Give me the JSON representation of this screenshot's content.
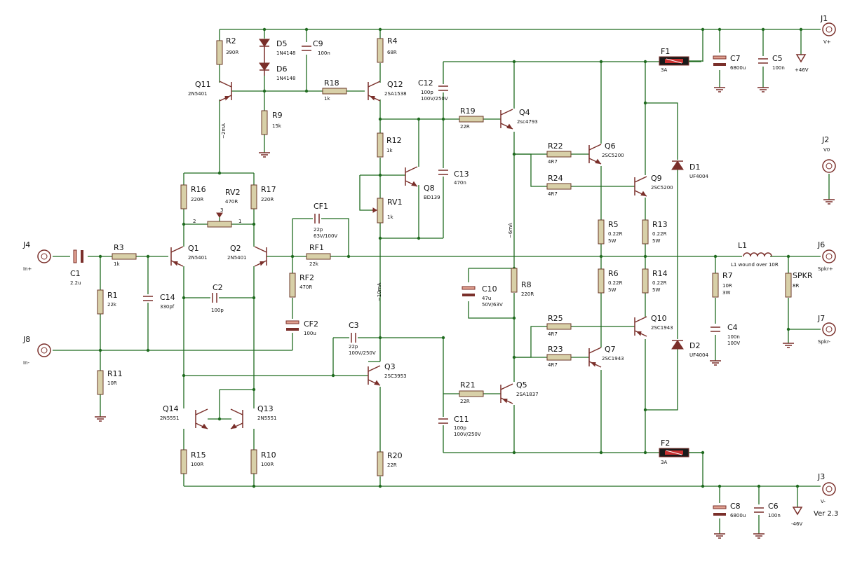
{
  "version": "Ver 2.3",
  "colors": {
    "wire": "#1f6b1f",
    "component": "#7a2f2a",
    "resistor_fill": "#d8d0a8",
    "background": "#ffffff"
  },
  "connectors": {
    "J1": {
      "ref": "J1",
      "label": "V+"
    },
    "J2": {
      "ref": "J2",
      "label": "V0"
    },
    "J3": {
      "ref": "J3",
      "label": "V-"
    },
    "J4": {
      "ref": "J4",
      "label": "In+"
    },
    "J6": {
      "ref": "J6",
      "label": "Spkr+"
    },
    "J7": {
      "ref": "J7",
      "label": "Spkr-"
    },
    "J8": {
      "ref": "J8",
      "label": "In-"
    }
  },
  "supplies": {
    "pos": "+46V",
    "neg": "-46V"
  },
  "resistors": {
    "R1": {
      "ref": "R1",
      "val": "22k"
    },
    "R2": {
      "ref": "R2",
      "val": "390R"
    },
    "R3": {
      "ref": "R3",
      "val": "1k"
    },
    "R4": {
      "ref": "R4",
      "val": "68R"
    },
    "R5": {
      "ref": "R5",
      "val": "0.22R",
      "val2": "5W"
    },
    "R6": {
      "ref": "R6",
      "val": "0.22R",
      "val2": "5W"
    },
    "R7": {
      "ref": "R7",
      "val": "10R",
      "val2": "3W"
    },
    "R8": {
      "ref": "R8",
      "val": "220R"
    },
    "R9": {
      "ref": "R9",
      "val": "15k"
    },
    "R10": {
      "ref": "R10",
      "val": "100R"
    },
    "R11": {
      "ref": "R11",
      "val": "10R"
    },
    "R12": {
      "ref": "R12",
      "val": "1k"
    },
    "R13": {
      "ref": "R13",
      "val": "0.22R",
      "val2": "5W"
    },
    "R14": {
      "ref": "R14",
      "val": "0.22R",
      "val2": "5W"
    },
    "R15": {
      "ref": "R15",
      "val": "100R"
    },
    "R16": {
      "ref": "R16",
      "val": "220R"
    },
    "R17": {
      "ref": "R17",
      "val": "220R"
    },
    "R18": {
      "ref": "R18",
      "val": "1k"
    },
    "R19": {
      "ref": "R19",
      "val": "22R"
    },
    "R20": {
      "ref": "R20",
      "val": "22R"
    },
    "R21": {
      "ref": "R21",
      "val": "22R"
    },
    "R22": {
      "ref": "R22",
      "val": "4R7"
    },
    "R23": {
      "ref": "R23",
      "val": "4R7"
    },
    "R24": {
      "ref": "R24",
      "val": "4R7"
    },
    "R25": {
      "ref": "R25",
      "val": "4R7"
    },
    "RF1": {
      "ref": "RF1",
      "val": "22k"
    },
    "RF2": {
      "ref": "RF2",
      "val": "470R"
    },
    "SPKR": {
      "ref": "SPKR",
      "val": "8R"
    }
  },
  "pots": {
    "RV1": {
      "ref": "RV1",
      "val": "1k"
    },
    "RV2": {
      "ref": "RV2",
      "val": "470R",
      "pin1": "1",
      "pin2": "2",
      "pin3": "3"
    }
  },
  "capacitors": {
    "C1": {
      "ref": "C1",
      "val": "2.2u"
    },
    "C2": {
      "ref": "C2",
      "val": "100p"
    },
    "C3": {
      "ref": "C3",
      "val": "22p",
      "val2": "100V/250V"
    },
    "C4": {
      "ref": "C4",
      "val": "100n",
      "val2": "100V"
    },
    "C5": {
      "ref": "C5",
      "val": "100n"
    },
    "C6": {
      "ref": "C6",
      "val": "100n"
    },
    "C7": {
      "ref": "C7",
      "val": "6800u"
    },
    "C8": {
      "ref": "C8",
      "val": "6800u"
    },
    "C9": {
      "ref": "C9",
      "val": "100n"
    },
    "C10": {
      "ref": "C10",
      "val": "47u",
      "val2": "50V/63V"
    },
    "C11": {
      "ref": "C11",
      "val": "100p",
      "val2": "100V/250V"
    },
    "C12": {
      "ref": "C12",
      "val": "100p",
      "val2": "100V/250V"
    },
    "C13": {
      "ref": "C13",
      "val": "470n"
    },
    "C14": {
      "ref": "C14",
      "val": "330pf"
    },
    "CF1": {
      "ref": "CF1",
      "val": "22p",
      "val2": "63V/100V"
    },
    "CF2": {
      "ref": "CF2",
      "val": "100u"
    }
  },
  "transistors": {
    "Q1": {
      "ref": "Q1",
      "val": "2N5401"
    },
    "Q2": {
      "ref": "Q2",
      "val": "2N5401"
    },
    "Q3": {
      "ref": "Q3",
      "val": "2SC3953"
    },
    "Q4": {
      "ref": "Q4",
      "val": "2sc4793"
    },
    "Q5": {
      "ref": "Q5",
      "val": "2SA1837"
    },
    "Q6": {
      "ref": "Q6",
      "val": "2SC5200"
    },
    "Q7": {
      "ref": "Q7",
      "val": "2SC1943"
    },
    "Q8": {
      "ref": "Q8",
      "val": "BD139"
    },
    "Q9": {
      "ref": "Q9",
      "val": "2SC5200"
    },
    "Q10": {
      "ref": "Q10",
      "val": "2SC1943"
    },
    "Q11": {
      "ref": "Q11",
      "val": "2N5401"
    },
    "Q12": {
      "ref": "Q12",
      "val": "2SA1538"
    },
    "Q13": {
      "ref": "Q13",
      "val": "2N5551"
    },
    "Q14": {
      "ref": "Q14",
      "val": "2N5551"
    }
  },
  "diodes": {
    "D1": {
      "ref": "D1",
      "val": "UF4004"
    },
    "D2": {
      "ref": "D2",
      "val": "UF4004"
    },
    "D5": {
      "ref": "D5",
      "val": "1N4148"
    },
    "D6": {
      "ref": "D6",
      "val": "1N4148"
    }
  },
  "fuses": {
    "F1": {
      "ref": "F1",
      "val": "3A"
    },
    "F2": {
      "ref": "F2",
      "val": "3A"
    }
  },
  "inductor": {
    "ref": "L1",
    "val": "L1 wound over 10R"
  },
  "currents": {
    "tail": "~2mA",
    "vas": "~10mA",
    "driver": "~6mA"
  }
}
